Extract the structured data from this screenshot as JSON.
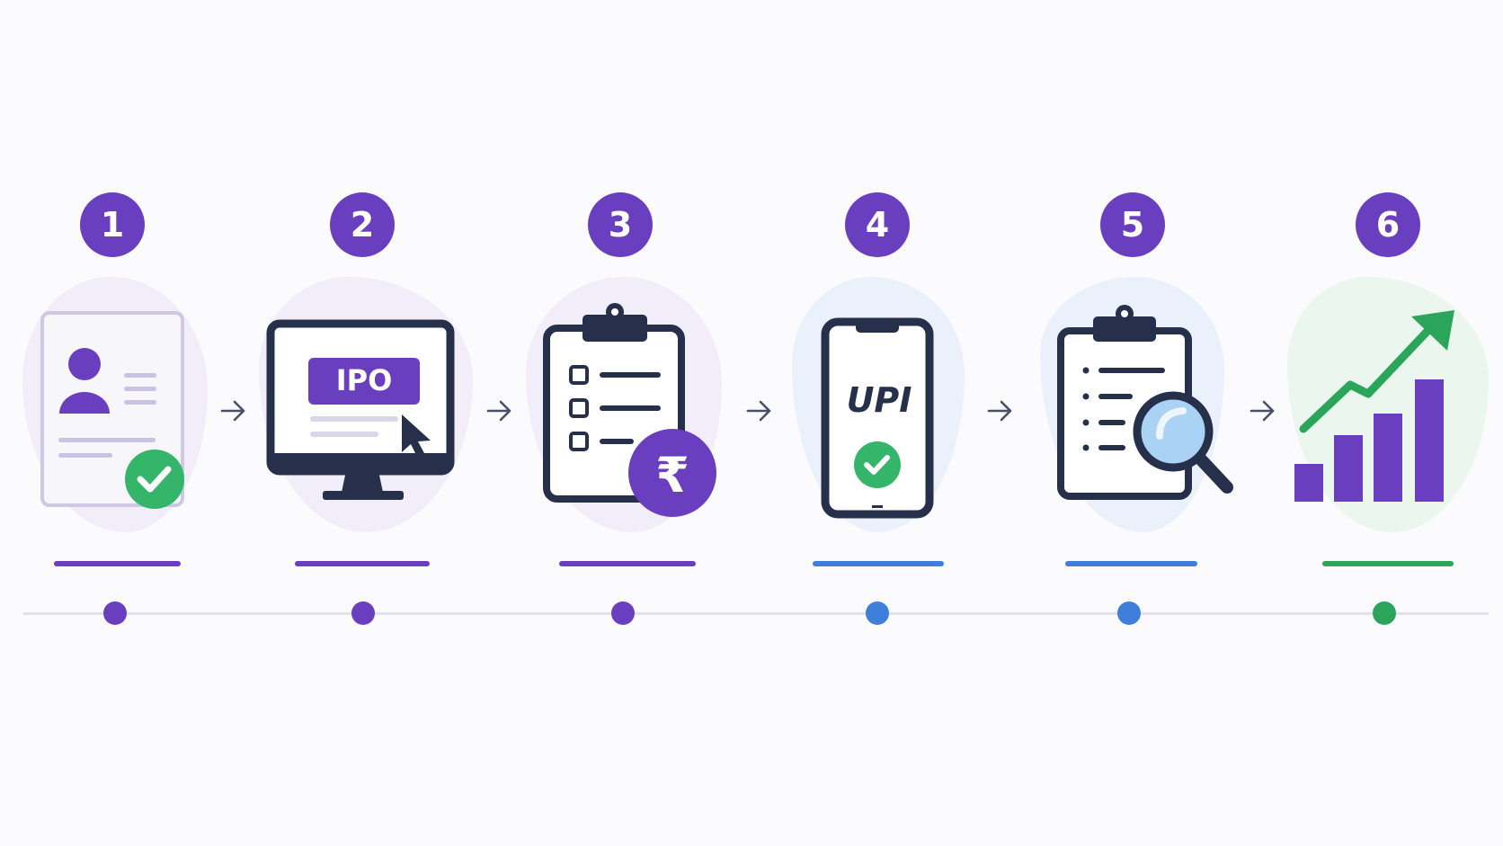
{
  "steps": [
    {
      "number": "1",
      "icon": "profile-document-check-icon",
      "accent": "#6a3fbf"
    },
    {
      "number": "2",
      "icon": "monitor-ipo-icon",
      "accent": "#6a3fbf",
      "icon_text": "IPO"
    },
    {
      "number": "3",
      "icon": "clipboard-rupee-icon",
      "accent": "#6a3fbf",
      "icon_text": "₹"
    },
    {
      "number": "4",
      "icon": "phone-upi-check-icon",
      "accent": "#3f7fdb",
      "icon_text": "UPI"
    },
    {
      "number": "5",
      "icon": "clipboard-search-icon",
      "accent": "#3f7fdb"
    },
    {
      "number": "6",
      "icon": "growth-chart-icon",
      "accent": "#2aa55a"
    }
  ],
  "colors": {
    "purple": "#6a3fbf",
    "blue": "#3f7fdb",
    "green": "#2aa55a",
    "navy": "#1f2a44",
    "timeline": "#e2dff0"
  }
}
